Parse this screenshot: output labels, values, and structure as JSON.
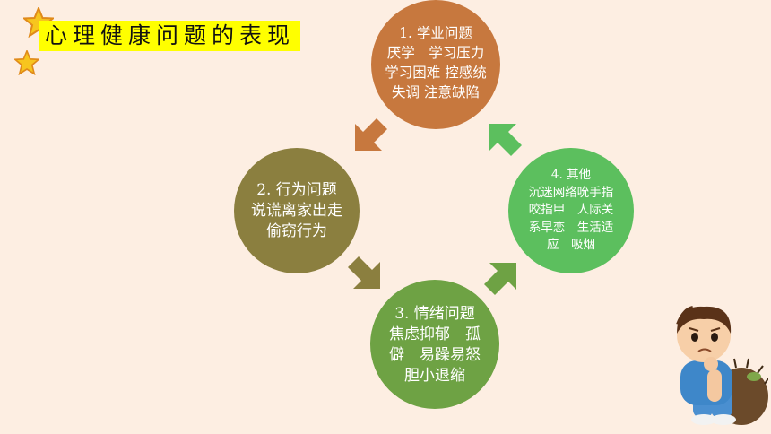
{
  "title": "心理健康问题的表现",
  "colors": {
    "background": "#fdeee2",
    "title_highlight": "#ffff00",
    "academic": "#c7783e",
    "behavior": "#8b7f3f",
    "emotion": "#6ea244",
    "other": "#5cbf5e"
  },
  "cycle": {
    "academic": {
      "label": "1. 学业问题\n厌学　学习压力 学习困难 控感统失调 注意缺陷"
    },
    "behavior": {
      "label": "2. 行为问题　说谎离家出走偷窃行为"
    },
    "emotion": {
      "label": "3. 情绪问题　焦虑抑郁　孤僻　易躁易怒　胆小退缩"
    },
    "other": {
      "label": "4. 其他\n沉迷网络吮手指 咬指甲　人际关系早恋　生活适应　吸烟"
    }
  },
  "icons": {
    "star_large": "star-icon",
    "star_small": "star-icon",
    "decoration": "sad-boy-illustration"
  }
}
